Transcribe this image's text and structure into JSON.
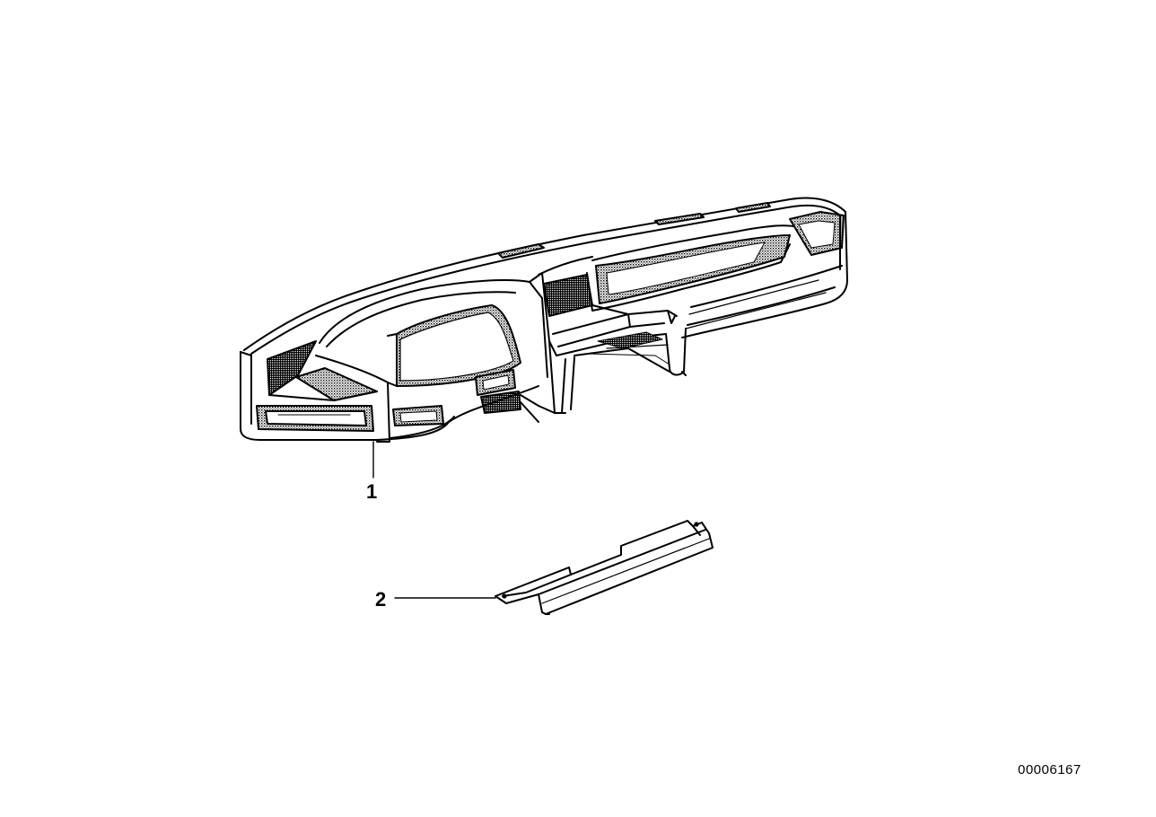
{
  "callouts": [
    {
      "number": "1"
    },
    {
      "number": "2"
    }
  ],
  "diagram_id": "00006167",
  "colors": {
    "line": "#000000",
    "background": "#ffffff"
  }
}
